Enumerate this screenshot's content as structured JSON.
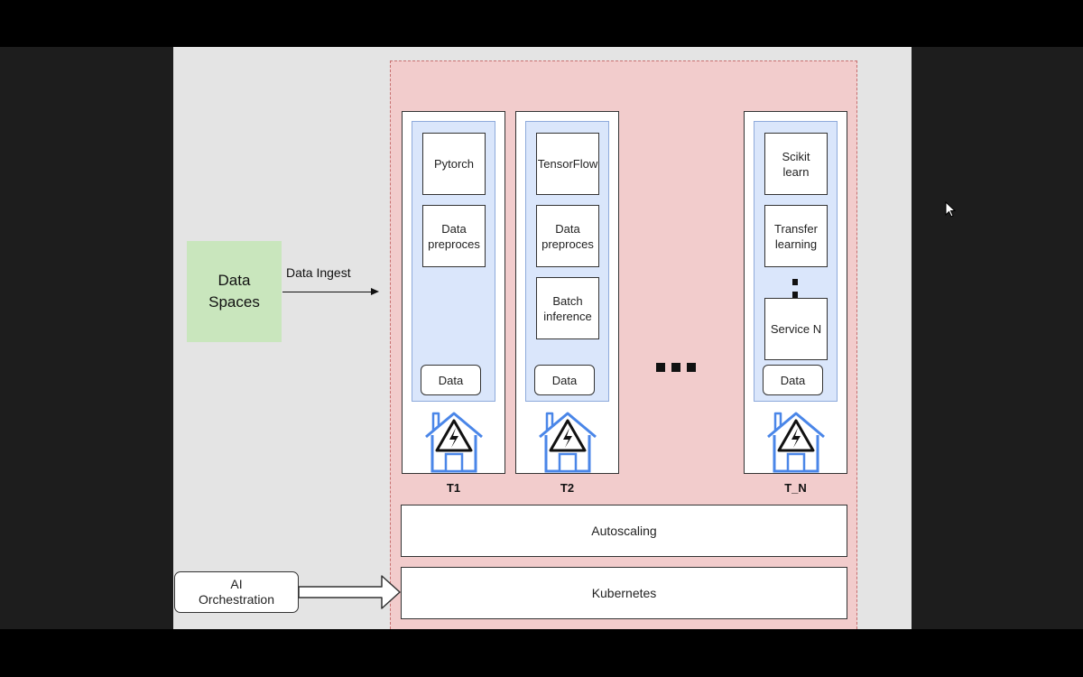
{
  "data_spaces": {
    "label": "Data\nSpaces"
  },
  "data_ingest": {
    "label": "Data Ingest"
  },
  "tenants": [
    {
      "label": "T1",
      "services": [
        "Pytorch",
        "Data\npreproces"
      ],
      "data_label": "Data"
    },
    {
      "label": "T2",
      "services": [
        "TensorFlow",
        "Data\npreproces",
        "Batch\ninference"
      ],
      "data_label": "Data"
    },
    {
      "label": "T_N",
      "services": [
        "Scikit\nlearn",
        "Transfer\nlearning",
        "Service N"
      ],
      "data_label": "Data"
    }
  ],
  "ellipsis": "...",
  "autoscaling": {
    "label": "Autoscaling"
  },
  "kubernetes": {
    "label": "Kubernetes"
  },
  "ai_orchestration": {
    "label": "AI\nOrchestration"
  },
  "colors": {
    "region_fill": "#f2cccc",
    "region_border": "#c77070",
    "data_spaces_fill": "#c9e6bd",
    "tenant_inner_fill": "#dae6fb",
    "house_stroke": "#4a86e8"
  }
}
